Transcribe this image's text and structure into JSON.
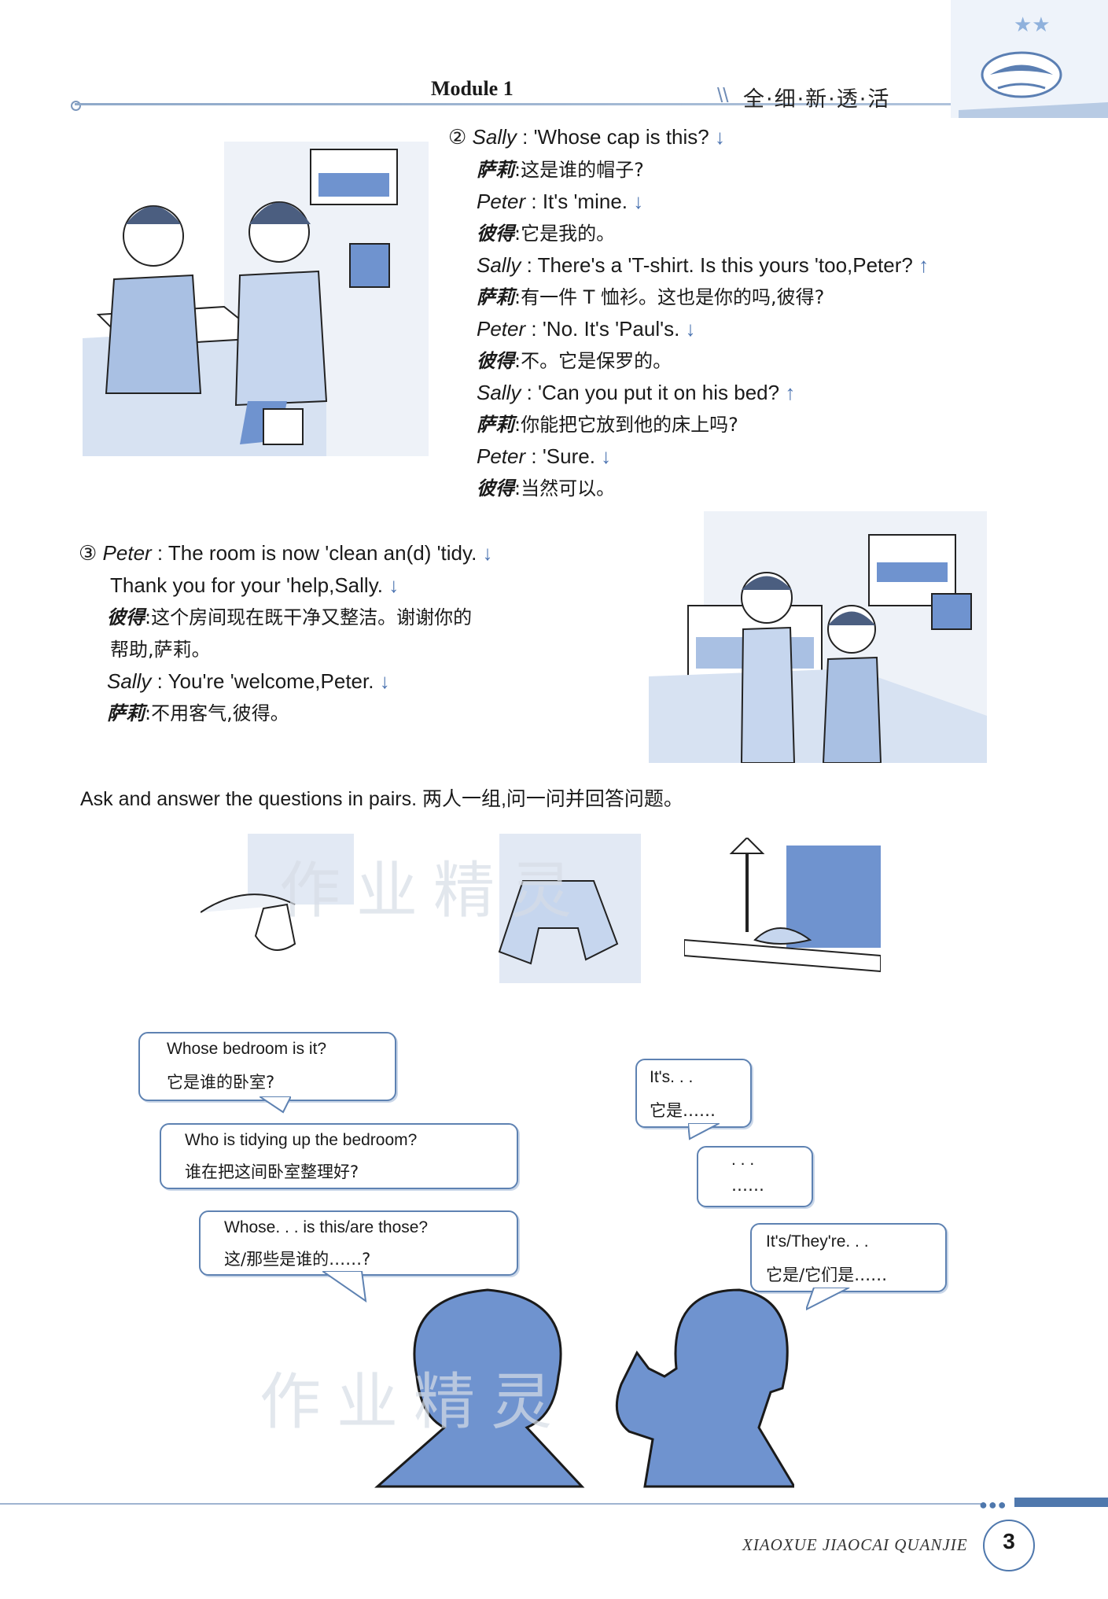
{
  "header": {
    "module_title": "Module 1",
    "slogan": "全·细·新·透·活"
  },
  "dialogue2": {
    "number": "②",
    "lines": [
      {
        "speaker": "Sally",
        "text": "'Whose cap is this?",
        "intonation": "falling"
      },
      {
        "speaker_cn": "萨莉",
        "text": "这是谁的帽子?"
      },
      {
        "speaker": "Peter",
        "text": "It's 'mine.",
        "intonation": "falling"
      },
      {
        "speaker_cn": "彼得",
        "text": "它是我的。"
      },
      {
        "speaker": "Sally",
        "text": "There's a 'T-shirt. Is this yours 'too,Peter?",
        "intonation": "rising"
      },
      {
        "speaker_cn": "萨莉",
        "text": "有一件 T 恤衫。这也是你的吗,彼得?"
      },
      {
        "speaker": "Peter",
        "text": "'No. It's 'Paul's.",
        "intonation": "falling"
      },
      {
        "speaker_cn": "彼得",
        "text": "不。它是保罗的。"
      },
      {
        "speaker": "Sally",
        "text": "'Can you put it on his bed?",
        "intonation": "rising"
      },
      {
        "speaker_cn": "萨莉",
        "text": "你能把它放到他的床上吗?"
      },
      {
        "speaker": "Peter",
        "text": "'Sure.",
        "intonation": "falling"
      },
      {
        "speaker_cn": "彼得",
        "text": "当然可以。"
      }
    ]
  },
  "dialogue3": {
    "number": "③",
    "peter_label": "Peter",
    "line1": "The room is now 'clean an(d) 'tidy.",
    "line2": "Thank you for your 'help,Sally.",
    "peter_cn_label": "彼得",
    "cn1": "这个房间现在既干净又整洁。谢谢你的",
    "cn2": "帮助,萨莉。",
    "sally_label": "Sally",
    "line3": "You're 'welcome,Peter.",
    "sally_cn_label": "萨莉",
    "cn3": "不用客气,彼得。"
  },
  "task": {
    "instruction": "Ask and answer the questions in pairs. 两人一组,问一问并回答问题。"
  },
  "bubbles": {
    "q1_en": "Whose bedroom is it?",
    "q1_zh": "它是谁的卧室?",
    "q2_en": "Who is tidying up the bedroom?",
    "q2_zh": "谁在把这间卧室整理好?",
    "q3_en": "Whose. . . is this/are those?",
    "q3_zh": "这/那些是谁的……?",
    "a1_en": "It's. . .",
    "a1_zh": "它是……",
    "a2_en": ". . .",
    "a2_zh": "……",
    "a3_en": "It's/They're. . .",
    "a3_zh": "它是/它们是……"
  },
  "watermark": "作业精灵",
  "footer": {
    "series": "XIAOXUE JIAOCAI QUANJIE",
    "page_number": "3"
  },
  "colors": {
    "accent": "#4f78ad",
    "illustration_fill": "#6f93cf"
  }
}
